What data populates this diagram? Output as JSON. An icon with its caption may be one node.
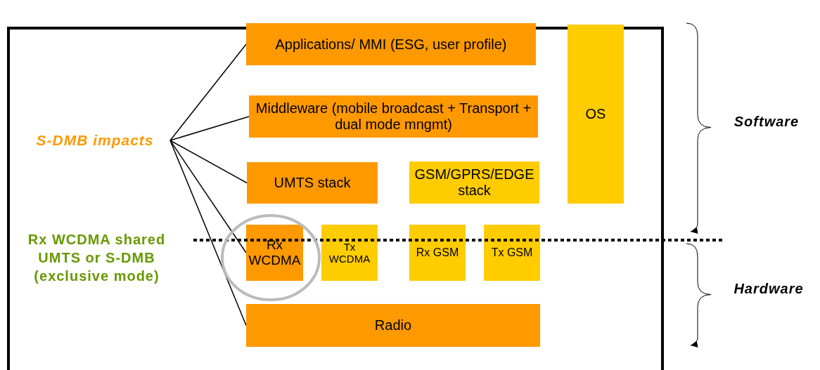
{
  "diagram": {
    "nodes": [
      {
        "text": [
          "S-DMB impacts"
        ]
      },
      {
        "text": [
          "Applications/ MMI (ESG, user profile)"
        ]
      },
      {
        "text": [
          "Middleware (mobile broadcast + Transport + dual mode mngmt)"
        ]
      },
      {
        "text": [
          "OS"
        ]
      },
      {
        "text": [
          "UMTS stack"
        ]
      },
      {
        "text": [
          "GSM/GPRS/EDGE stack"
        ]
      },
      {
        "text": [
          "Rx WCDMA"
        ]
      },
      {
        "text": [
          "Tx WCDMA"
        ]
      },
      {
        "text": [
          "Rx GSM"
        ]
      },
      {
        "text": [
          "Tx GSM"
        ]
      },
      {
        "text": [
          "Radio"
        ]
      }
    ],
    "edges": [
      {
        "from": 0,
        "to": 1,
        "arrow": "none"
      },
      {
        "from": 0,
        "to": 2,
        "arrow": "none"
      },
      {
        "from": 0,
        "to": 4,
        "arrow": "none"
      },
      {
        "from": 0,
        "to": 6,
        "arrow": "none"
      },
      {
        "from": 0,
        "to": 10,
        "arrow": "none"
      }
    ],
    "labels": [
      "Rx WCDMA shared UMTS or S-DMB (exclusive mode)",
      "Software",
      "Hardware"
    ]
  }
}
